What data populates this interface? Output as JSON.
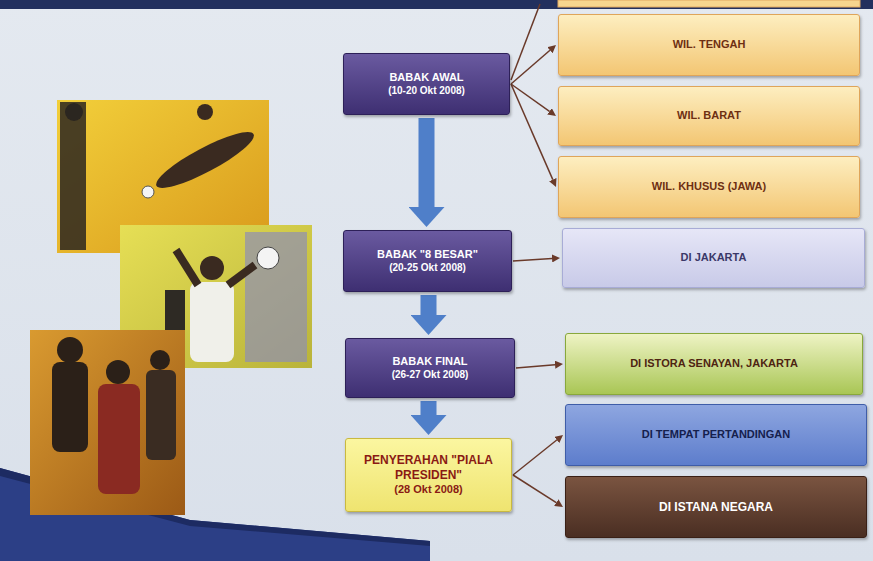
{
  "diagram": {
    "nodes": [
      {
        "text": [
          "BABAK AWAL",
          "(10-20 Okt 2008)"
        ]
      },
      {
        "text": [
          "WIL. TENGAH"
        ]
      },
      {
        "text": [
          "WIL. BARAT"
        ]
      },
      {
        "text": [
          "WIL. KHUSUS (JAWA)"
        ]
      },
      {
        "text": [
          "BABAK \"8 BESAR\"",
          "(20-25 Okt 2008)"
        ]
      },
      {
        "text": [
          "DI JAKARTA"
        ]
      },
      {
        "text": [
          "BABAK FINAL",
          "(26-27 Okt 2008)"
        ]
      },
      {
        "text": [
          "DI ISTORA SENAYAN, JAKARTA"
        ]
      },
      {
        "text": [
          "PENYERAHAN \"PIALA PRESIDEN\"",
          "(28 Okt 2008)"
        ]
      },
      {
        "text": [
          "DI TEMPAT PERTANDINGAN"
        ]
      },
      {
        "text": [
          "DI ISTANA NEGARA"
        ]
      }
    ],
    "edges": [
      {
        "from": 0,
        "to": 1,
        "arrow": "to"
      },
      {
        "from": 0,
        "to": 2,
        "arrow": "to"
      },
      {
        "from": 0,
        "to": 3,
        "arrow": "to"
      },
      {
        "from": 0,
        "to": 4,
        "arrow": "to"
      },
      {
        "from": 4,
        "to": 5,
        "arrow": "to"
      },
      {
        "from": 4,
        "to": 6,
        "arrow": "to"
      },
      {
        "from": 6,
        "to": 7,
        "arrow": "to"
      },
      {
        "from": 6,
        "to": 8,
        "arrow": "to"
      },
      {
        "from": 8,
        "to": 9,
        "arrow": "to"
      },
      {
        "from": 8,
        "to": 10,
        "arrow": "to"
      }
    ]
  }
}
